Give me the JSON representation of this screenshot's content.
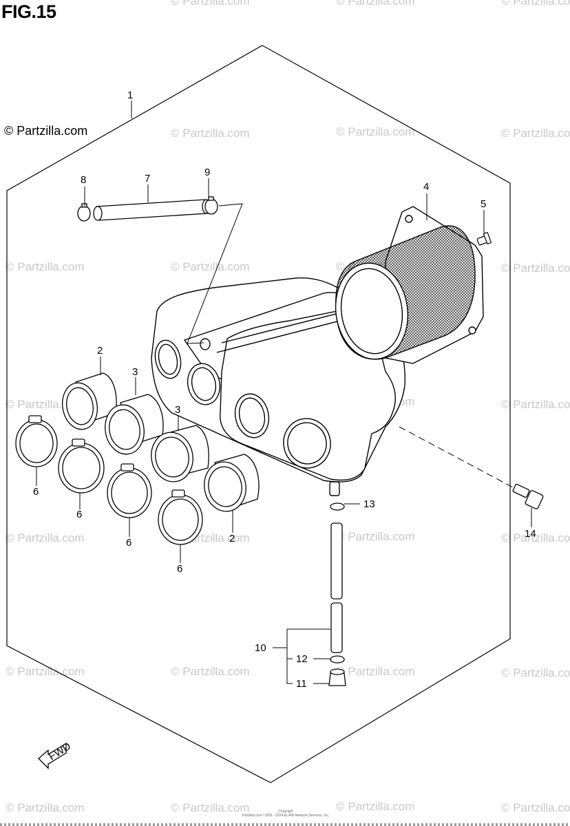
{
  "header": {
    "fig_title": "FIG.15"
  },
  "brand": {
    "mark": "© Partzilla.com"
  },
  "watermark": {
    "text": "© Partzilla.com"
  },
  "fwd_label": "FWD",
  "callouts": {
    "c1": "1",
    "c2a": "2",
    "c2b": "2",
    "c3a": "3",
    "c3b": "3",
    "c4": "4",
    "c5": "5",
    "c6a": "6",
    "c6b": "6",
    "c6c": "6",
    "c6d": "6",
    "c7": "7",
    "c8": "8",
    "c9": "9",
    "c10": "10",
    "c11": "11",
    "c12": "12",
    "c13": "13",
    "c14": "14"
  },
  "footer": {
    "copyright_line1": "Copyright",
    "copyright_line2": "Partzilla.com / 2002 - 2024 by ARI Network Services, Inc."
  }
}
